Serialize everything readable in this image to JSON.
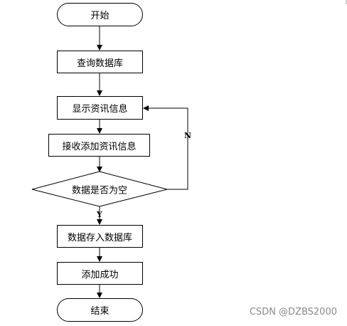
{
  "flowchart": {
    "start": "开始",
    "query_db": "查询数据库",
    "show_info": "显示资讯信息",
    "receive_info": "接收添加资讯信息",
    "decision": "数据是否为空",
    "store_db": "数据存入数据库",
    "add_success": "添加成功",
    "end": "结束",
    "label_no": "N",
    "label_yes": "Y"
  },
  "watermark": "CSDN @DZBS2000"
}
